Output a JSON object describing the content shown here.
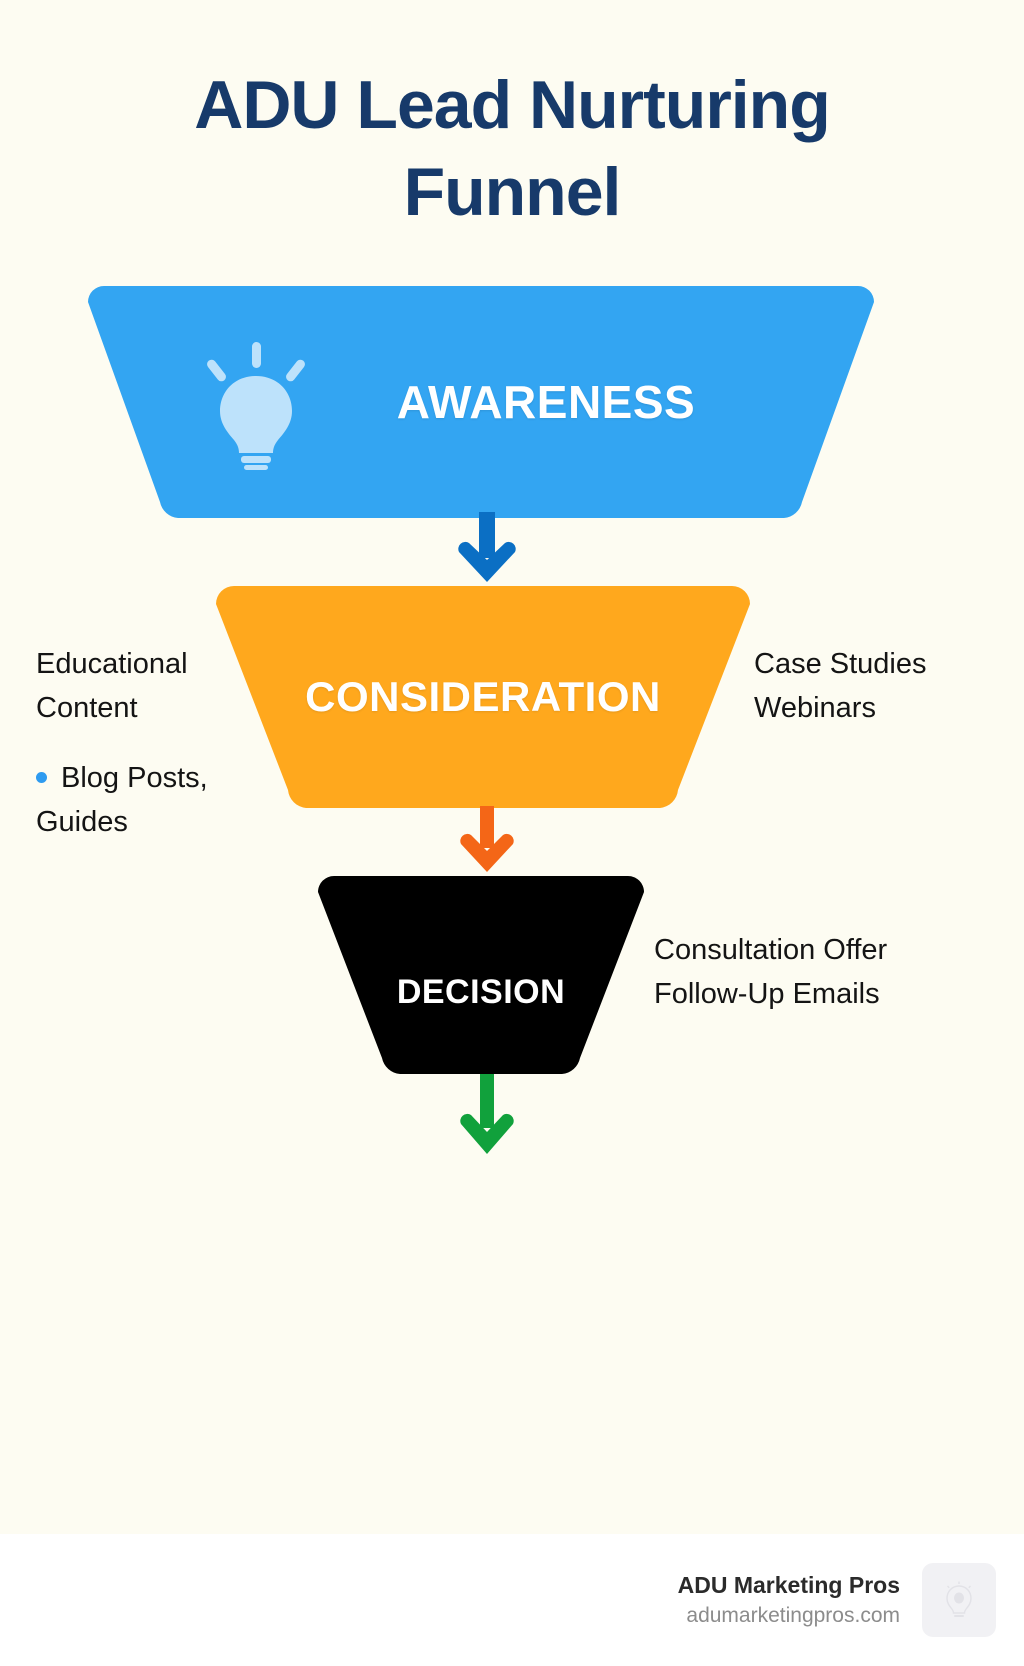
{
  "page": {
    "title": "ADU Lead Nurturing Funnel",
    "title_line1": "ADU Lead Nurturing",
    "title_line2": "Funnel",
    "background_color": "#fdfcf2",
    "title_color": "#173a6a"
  },
  "funnel": {
    "stages": [
      {
        "id": "awareness",
        "label": "AWARENESS",
        "color": "#33a5f2",
        "arrow_color": "#0b6fc4",
        "icon": "lightbulb-icon",
        "icon_color": "#bde2fb"
      },
      {
        "id": "consideration",
        "label": "CONSIDERATION",
        "color": "#ffa81d",
        "arrow_color": "#f46617"
      },
      {
        "id": "decision",
        "label": "DECISION",
        "color": "#6cc council",
        "arrow_color": "#11a13c"
      }
    ]
  },
  "annotations": {
    "consideration_left": {
      "heading_lines": [
        "Educational",
        "Content"
      ],
      "bullets": [
        {
          "marker_color": "#2e9bf0",
          "lines": [
            "Blog Posts,",
            "Guides"
          ]
        }
      ]
    },
    "consideration_right": {
      "lines": [
        "Case Studies",
        "Webinars"
      ]
    },
    "decision_right": {
      "lines": [
        "Consultation Offer",
        "Follow-Up Emails"
      ]
    }
  },
  "footer": {
    "brand": "ADU Marketing Pros",
    "url": "adumarketingpros.com",
    "logo_icon": "lightbulb-icon",
    "logo_bg": "#f1f1f4"
  },
  "colors": {
    "awareness": "#33a5f2",
    "awareness_arrow": "#0b6fc4",
    "consideration": "#ffa81d",
    "consideration_arrow": "#f46617",
    "decision": "#6cc council",
    "decision_arrow": "#11a13c",
    "bullet": "#2e9bf0",
    "text": "#141414",
    "title": "#173a6a",
    "background": "#fdfcf2"
  }
}
